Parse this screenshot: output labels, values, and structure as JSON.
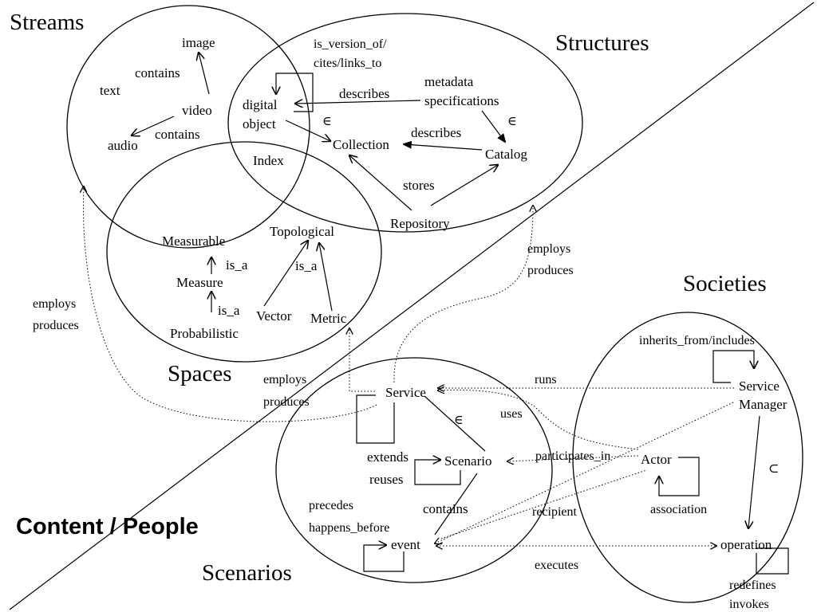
{
  "regions": {
    "streams": "Streams",
    "structures": "Structures",
    "spaces": "Spaces",
    "scenarios": "Scenarios",
    "societies": "Societies",
    "content_people": "Content / People"
  },
  "streams": {
    "image": "image",
    "text": "text",
    "video": "video",
    "audio": "audio",
    "contains_1": "contains",
    "contains_2": "contains"
  },
  "structures": {
    "is_version_of": "is_version_of/",
    "cites_links": "cites/links_to",
    "metadata": "metadata",
    "specifications": "specifications",
    "describes_1": "describes",
    "describes_2": "describes",
    "digital": "digital",
    "object": "object",
    "elem_1": "∈",
    "elem_2": "∈",
    "collection": "Collection",
    "catalog": "Catalog",
    "index": "Index",
    "stores": "stores",
    "repository": "Repository"
  },
  "spaces": {
    "measurable": "Measurable",
    "topological": "Topological",
    "is_a_1": "is_a",
    "is_a_2": "is_a",
    "is_a_3": "is_a",
    "measure": "Measure",
    "vector": "Vector",
    "metric": "Metric",
    "probabilistic": "Probabilistic"
  },
  "cross": {
    "employs_1": "employs",
    "produces_1": "produces",
    "employs_2": "employs",
    "produces_2": "produces",
    "employs_3": "employs",
    "produces_3": "produces"
  },
  "scenarios": {
    "service": "Service",
    "elem": "∈",
    "uses": "uses",
    "extends": "extends",
    "reuses": "reuses",
    "scenario": "Scenario",
    "precedes": "precedes",
    "happens_before": "happens_before",
    "contains": "contains",
    "event": "event"
  },
  "societies": {
    "inherits": "inherits_from/includes",
    "runs": "runs",
    "service_manager_1": "Service",
    "service_manager_2": "Manager",
    "participates_in": "participates_in",
    "actor": "Actor",
    "subset": "⊂",
    "recipient": "recipient",
    "association": "association",
    "operation": "operation",
    "executes": "executes",
    "redefines": "redefines",
    "invokes": "invokes"
  }
}
